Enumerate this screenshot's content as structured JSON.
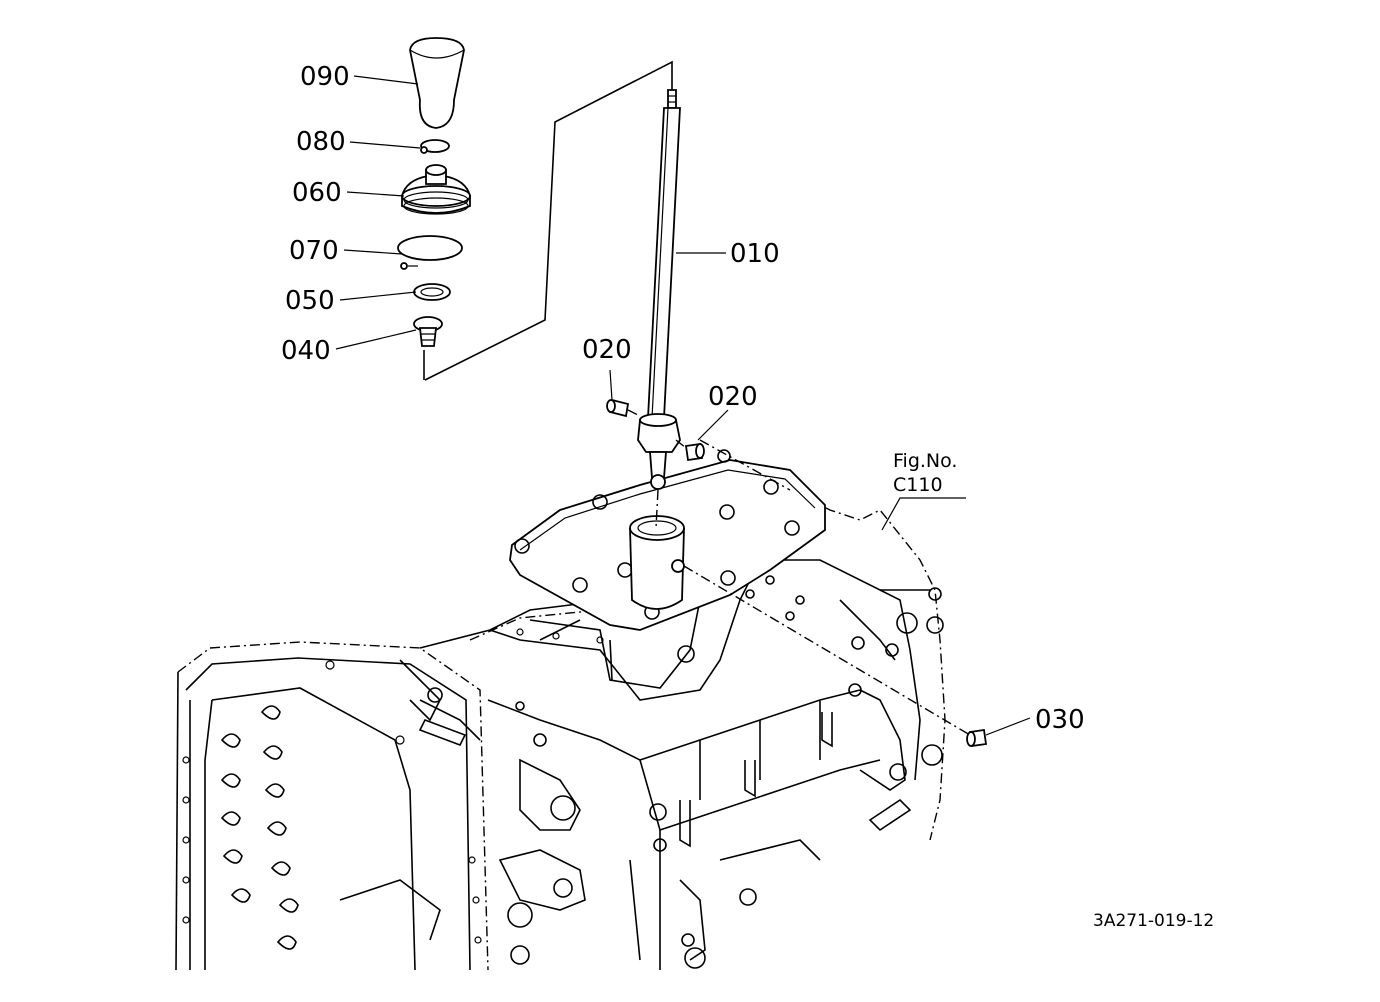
{
  "callouts": {
    "p090": "090",
    "p080": "080",
    "p060": "060",
    "p070": "070",
    "p050": "050",
    "p040": "040",
    "p010": "010",
    "p020a": "020",
    "p020b": "020",
    "p030": "030"
  },
  "figref": {
    "line1": "Fig.No.",
    "line2": "C110"
  },
  "drawing_code": "3A271-019-12"
}
